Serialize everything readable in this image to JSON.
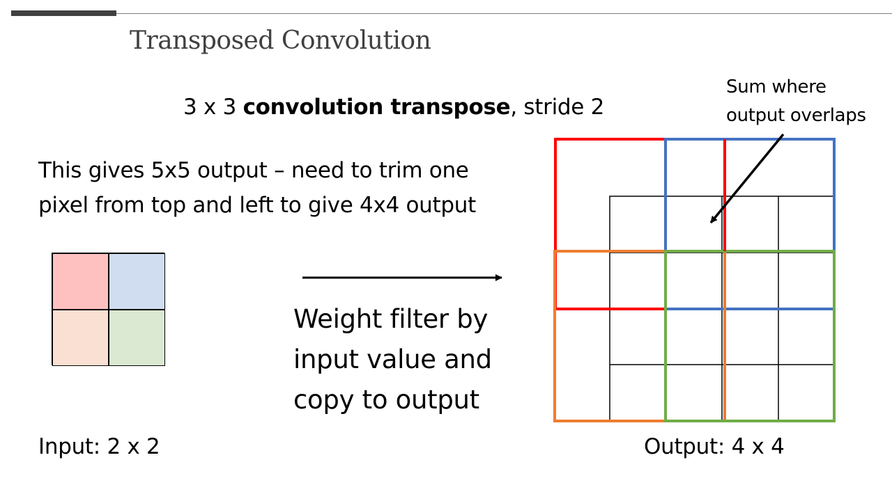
{
  "slide": {
    "title": "Transposed Convolution",
    "subtitle_prefix": "3 x 3 ",
    "subtitle_bold": "convolution transpose",
    "subtitle_suffix": ", stride 2",
    "trim_note_line1": "This gives 5x5 output – need to trim one",
    "trim_note_line2": "pixel from top and left to give 4x4 output",
    "filter_note_line1": "Weight filter by",
    "filter_note_line2": "input value and",
    "filter_note_line3": "copy to output",
    "annotation_line1": "Sum where",
    "annotation_line2": "output overlaps",
    "input_caption": "Input: 2 x 2",
    "output_caption": "Output: 4 x 4"
  },
  "colors": {
    "input_top_left": "#ffc0c0",
    "input_top_right": "#d0ddf0",
    "input_bottom_left": "#fae0d2",
    "input_bottom_right": "#dbe9d2",
    "filter_red": "#ff0000",
    "filter_blue": "#4472c4",
    "filter_orange": "#ed7d31",
    "filter_green": "#70ad47",
    "header_bar": "#404040"
  }
}
